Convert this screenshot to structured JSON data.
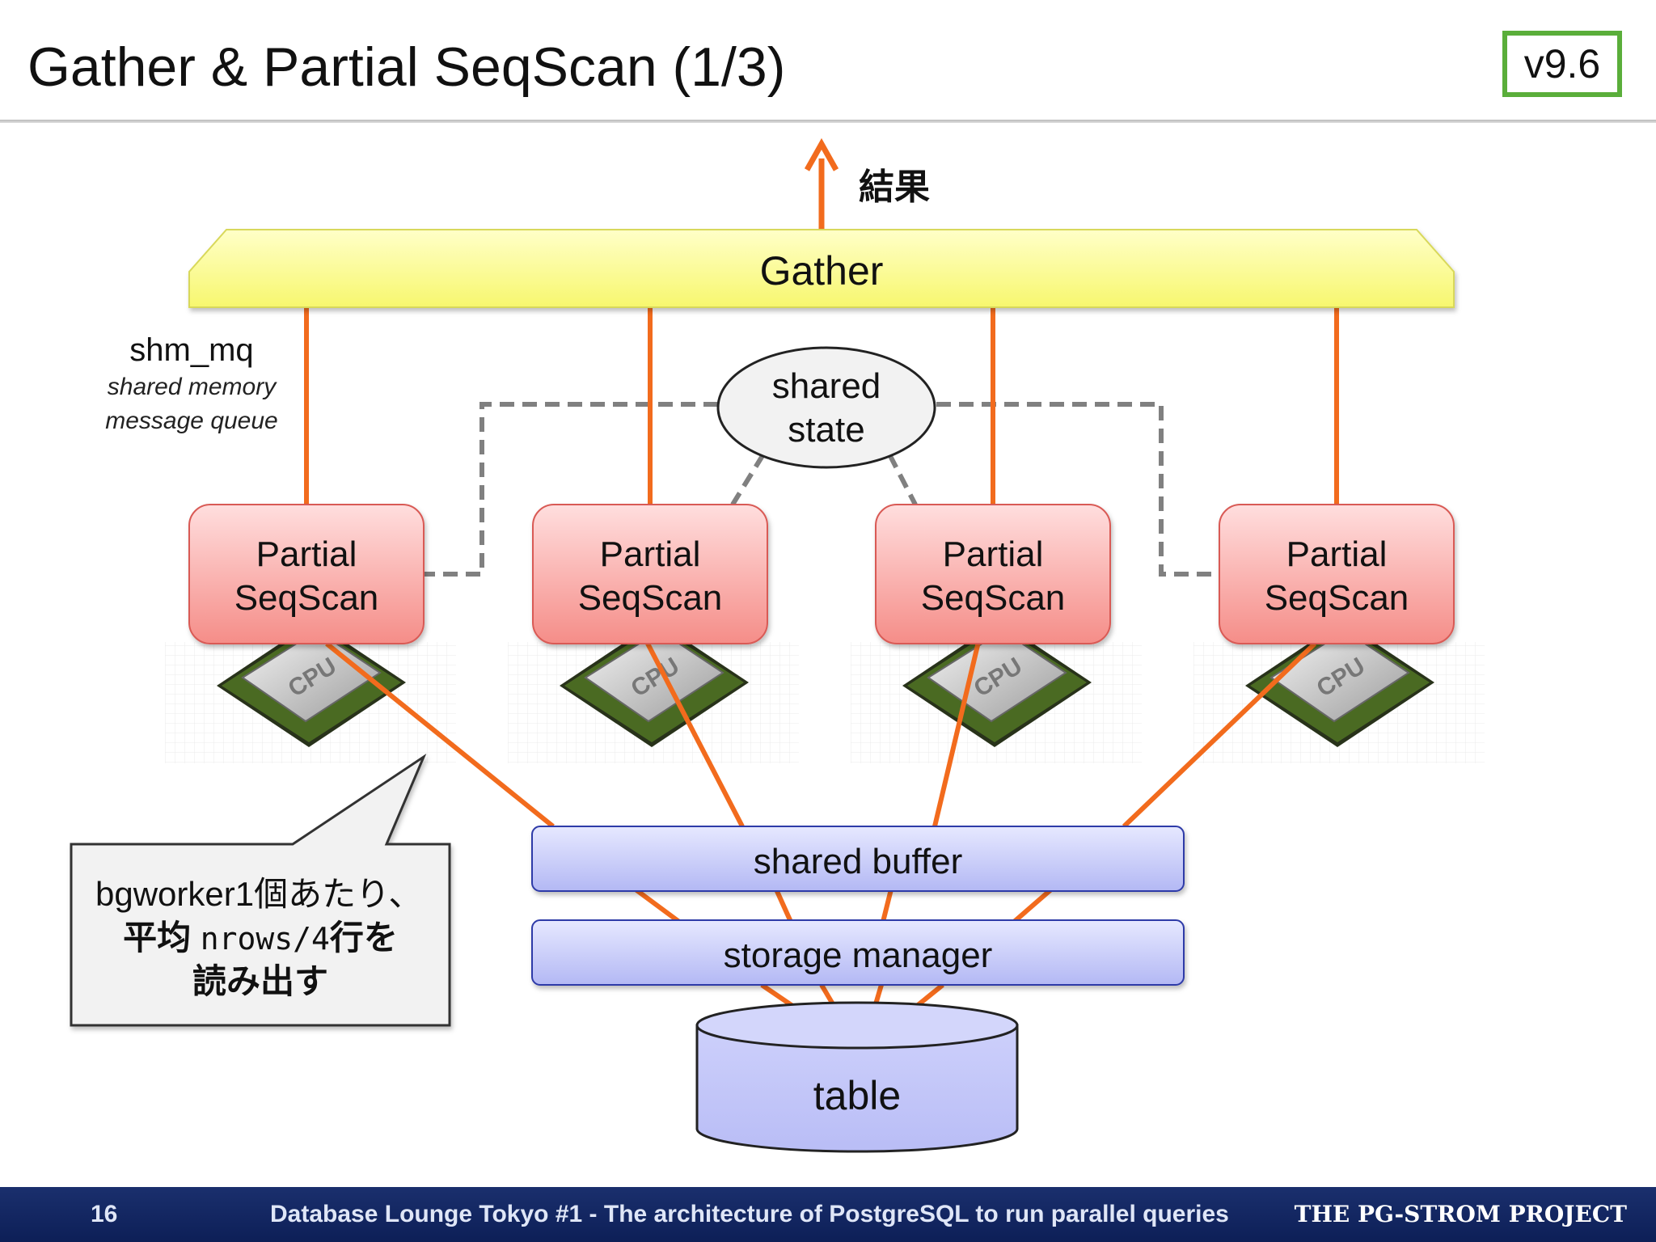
{
  "slide": {
    "title": "Gather & Partial SeqScan (1/3)",
    "version_badge": "v9.6"
  },
  "diagram": {
    "result_label": "結果",
    "gather_label": "Gather",
    "shm_mq": {
      "label": "shm_mq",
      "caption_line1": "shared memory",
      "caption_line2": "message queue"
    },
    "shared_state": {
      "line1": "shared",
      "line2": "state"
    },
    "workers": [
      {
        "line1": "Partial",
        "line2": "SeqScan",
        "cpu_label": "CPU"
      },
      {
        "line1": "Partial",
        "line2": "SeqScan",
        "cpu_label": "CPU"
      },
      {
        "line1": "Partial",
        "line2": "SeqScan",
        "cpu_label": "CPU"
      },
      {
        "line1": "Partial",
        "line2": "SeqScan",
        "cpu_label": "CPU"
      }
    ],
    "callout": {
      "line1": "bgworker1個あたり、",
      "line2_prefix": "平均 ",
      "line2_code": "nrows/4",
      "line2_suffix": "行を",
      "line3": "読み出す"
    },
    "shared_buffer_label": "shared buffer",
    "storage_manager_label": "storage manager",
    "table_label": "table"
  },
  "footer": {
    "page_number": "16",
    "text": "Database Lounge Tokyo #1 - The architecture of PostgreSQL to run parallel queries",
    "brand": "THE PG-STROM PROJECT"
  },
  "colors": {
    "flow_line": "#f26b1d",
    "gather_fill": "#fdfd9a",
    "worker_fill": "#f9a9a6",
    "storage_fill": "#c9cdf8",
    "badge_border": "#5aae3a",
    "footer_bg": "#142a66"
  }
}
